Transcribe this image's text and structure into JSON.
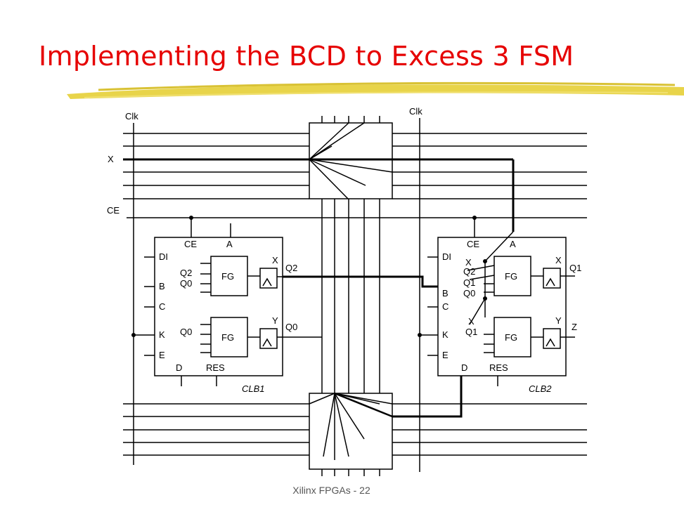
{
  "slide": {
    "title": "Implementing the BCD to Excess 3 FSM",
    "footer": "Xilinx FPGAs - 22",
    "title_color": "#e60000",
    "underline_color": "#e8d44a"
  },
  "diagram": {
    "clk_left": "Clk",
    "clk_right": "Clk",
    "input_x": "X",
    "input_ce": "CE",
    "clb1": {
      "name": "CLB1",
      "pins": {
        "di": "DI",
        "b": "B",
        "c": "C",
        "k": "K",
        "e": "E",
        "d": "D",
        "res": "RES",
        "ce": "CE",
        "a": "A"
      },
      "fg_top": "FG",
      "fg_bottom": "FG",
      "in_q2": "Q2",
      "in_q0": "Q0",
      "in_q0b": "Q0",
      "out_x": "X",
      "out_y": "Y",
      "out_q2": "Q2",
      "out_q0": "Q0"
    },
    "clb2": {
      "name": "CLB2",
      "pins": {
        "di": "DI",
        "b": "B",
        "c": "C",
        "k": "K",
        "e": "E",
        "d": "D",
        "res": "RES",
        "ce": "CE",
        "a": "A"
      },
      "fg_top": "FG",
      "fg_bottom": "FG",
      "in_x": "X",
      "in_q2": "Q2",
      "in_q1": "Q1",
      "in_q0": "Q0",
      "in_xb": "X",
      "in_q1b": "Q1",
      "out_x": "X",
      "out_y": "Y",
      "out_q1": "Q1",
      "out_z": "Z"
    }
  }
}
